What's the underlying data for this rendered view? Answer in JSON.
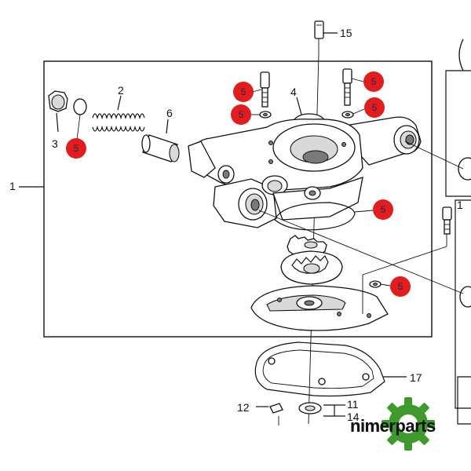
{
  "diagram": {
    "callouts": {
      "c1": "1",
      "c2": "2",
      "c3": "3",
      "c4": "4",
      "c6": "6",
      "c11": "11",
      "c12": "12",
      "c14": "14",
      "c15": "15",
      "c17": "17",
      "c_right": "1"
    },
    "badge_label": "5",
    "badge_color": "#e11d1d"
  },
  "watermark": {
    "brand": "nimerparts",
    "gear_color": "#3f9a2e"
  }
}
